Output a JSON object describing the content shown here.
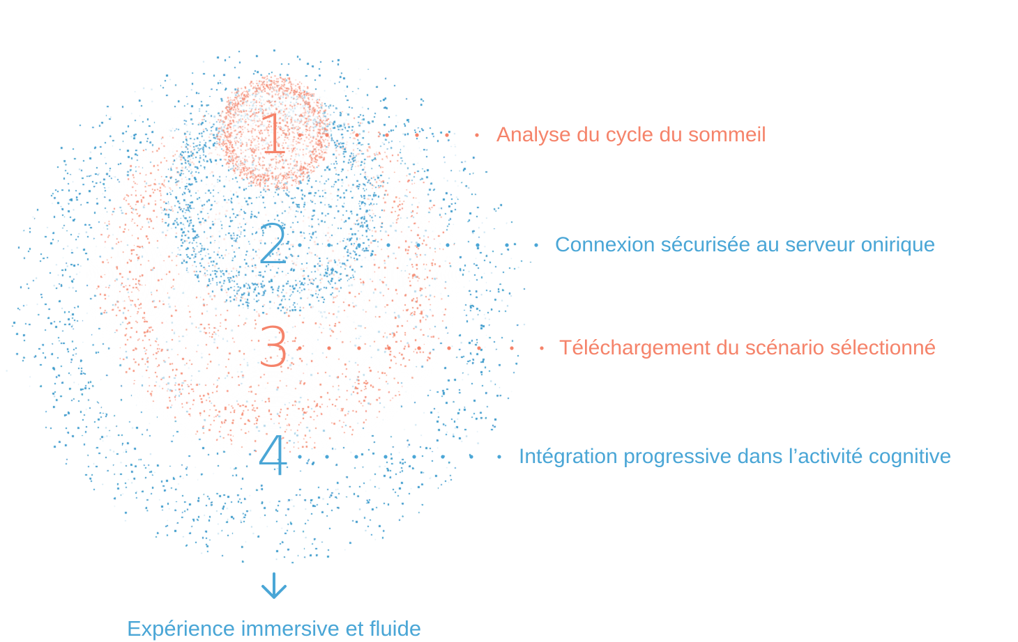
{
  "colors": {
    "coral": "#F5836A",
    "blue": "#4AA6D6"
  },
  "steps": [
    {
      "number": "1",
      "label": "Analyse du cycle du sommeil",
      "color": "coral"
    },
    {
      "number": "2",
      "label": "Connexion sécurisée au serveur onirique",
      "color": "blue"
    },
    {
      "number": "3",
      "label": "Téléchargement du scénario sélectionné",
      "color": "coral"
    },
    {
      "number": "4",
      "label": "Intégration progressive dans l’activité cognitive",
      "color": "blue"
    }
  ],
  "outcome": {
    "label": "Expérience immersive et fluide",
    "icon": "arrow-down-icon",
    "color": "blue"
  }
}
